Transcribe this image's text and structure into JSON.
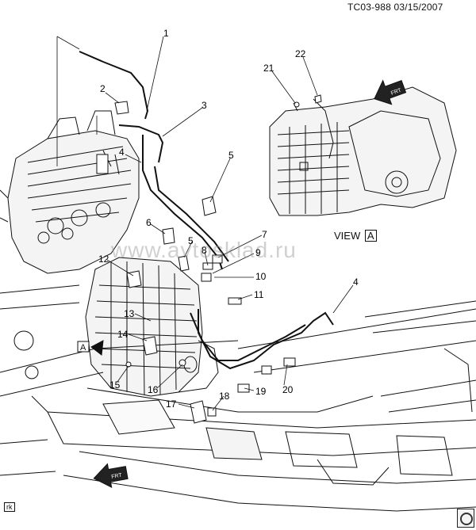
{
  "header": {
    "code": "TC03-988  03/15/2007"
  },
  "view": {
    "label": "VIEW",
    "letter": "A"
  },
  "marker_a": {
    "letter": "A"
  },
  "corner": {
    "code": "rk"
  },
  "watermark": {
    "text": "www.avtosklad.ru"
  },
  "arrows": {
    "front_label": "FRT"
  },
  "callouts": [
    {
      "id": "c1",
      "label": "1"
    },
    {
      "id": "c2",
      "label": "2"
    },
    {
      "id": "c3",
      "label": "3"
    },
    {
      "id": "c4a",
      "label": "4"
    },
    {
      "id": "c4b",
      "label": "4"
    },
    {
      "id": "c5a",
      "label": "5"
    },
    {
      "id": "c5b",
      "label": "5"
    },
    {
      "id": "c6",
      "label": "6"
    },
    {
      "id": "c7",
      "label": "7"
    },
    {
      "id": "c8",
      "label": "8"
    },
    {
      "id": "c9",
      "label": "9"
    },
    {
      "id": "c10",
      "label": "10"
    },
    {
      "id": "c11",
      "label": "11"
    },
    {
      "id": "c12",
      "label": "12"
    },
    {
      "id": "c13",
      "label": "13"
    },
    {
      "id": "c14",
      "label": "14"
    },
    {
      "id": "c15",
      "label": "15"
    },
    {
      "id": "c16",
      "label": "16"
    },
    {
      "id": "c17",
      "label": "17"
    },
    {
      "id": "c18",
      "label": "18"
    },
    {
      "id": "c19",
      "label": "19"
    },
    {
      "id": "c20",
      "label": "20"
    },
    {
      "id": "c21",
      "label": "21"
    },
    {
      "id": "c22",
      "label": "22"
    }
  ],
  "colors": {
    "line": "#111111",
    "fill": "#f2f2f2",
    "shade": "#cfcfcf"
  }
}
